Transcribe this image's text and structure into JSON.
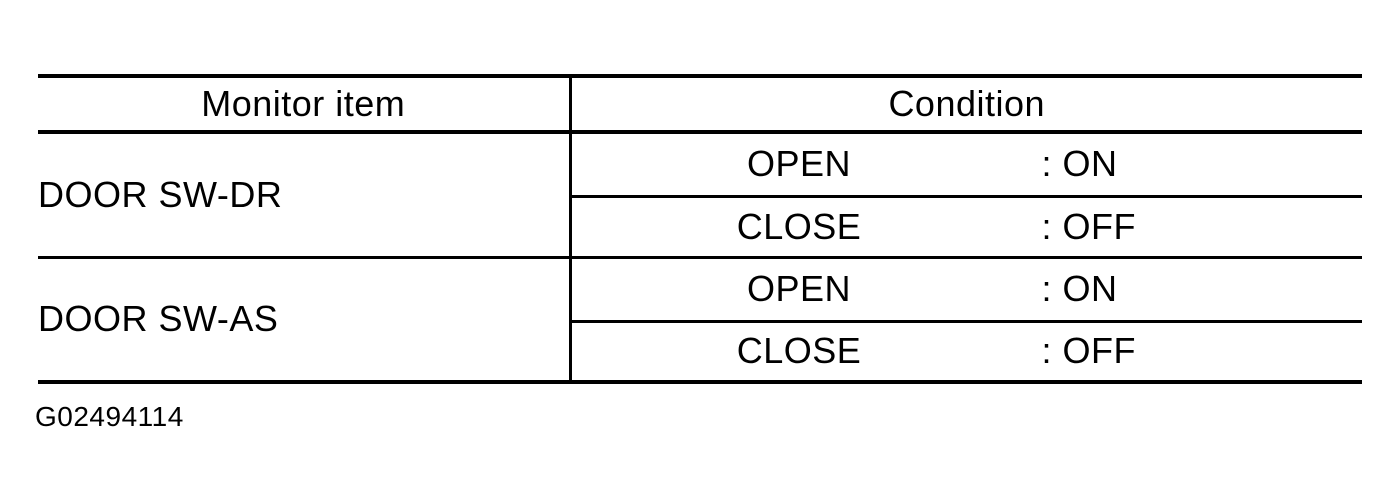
{
  "colors": {
    "ink": "#000000",
    "background": "#ffffff"
  },
  "table": {
    "headers": {
      "monitor": "Monitor item",
      "condition": "Condition"
    },
    "rows": [
      {
        "item": "DOOR SW-DR",
        "conditions": [
          {
            "state": "OPEN",
            "value": ": ON"
          },
          {
            "state": "CLOSE",
            "value": ": OFF"
          }
        ]
      },
      {
        "item": "DOOR SW-AS",
        "conditions": [
          {
            "state": "OPEN",
            "value": ": ON"
          },
          {
            "state": "CLOSE",
            "value": ": OFF"
          }
        ]
      }
    ]
  },
  "figure_id": "G02494114"
}
